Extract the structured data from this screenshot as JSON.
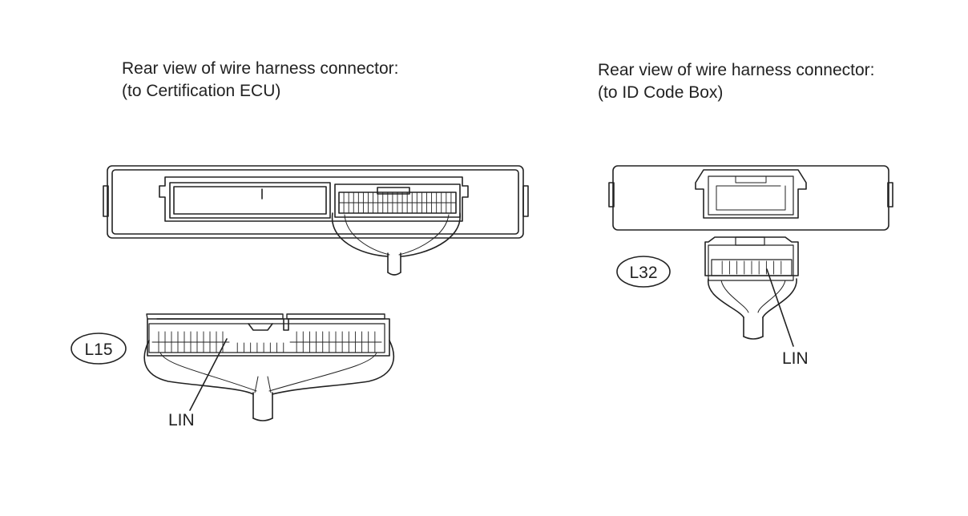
{
  "ecu_side": {
    "title_line1": "Rear view of wire harness connector:",
    "title_line2": "(to Certification ECU)",
    "connector_id": "L15",
    "pin_label": "LIN"
  },
  "idbox_side": {
    "title_line1": "Rear view of wire harness connector:",
    "title_line2": "(to ID Code Box)",
    "connector_id": "L32",
    "pin_label": "LIN"
  }
}
